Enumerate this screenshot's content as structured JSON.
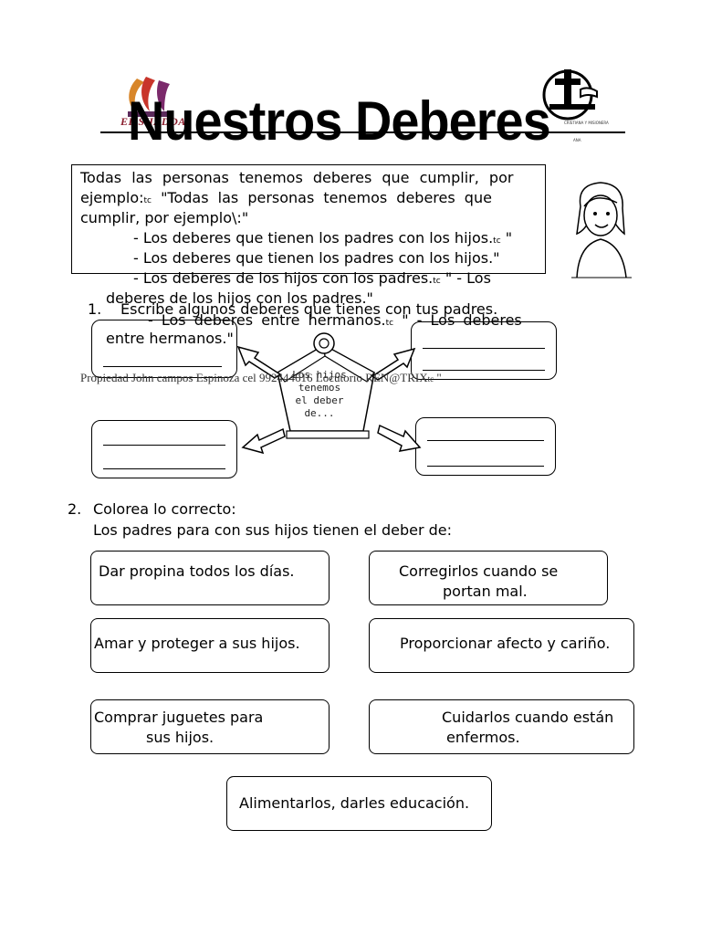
{
  "header": {
    "title": "Nuestros Deberes",
    "logo_left_text": "EL SHADDAI",
    "logo_right_caption": "CRISTIANA Y MISIONERA",
    "logo_right_caption2": "ANA"
  },
  "intro": {
    "line1": "Todas las personas tenemos deberes que cumplir, por",
    "line2_a": "ejemplo:",
    "line2_tc": "tc",
    "line2_b": " \"Todas las personas tenemos deberes que",
    "line3": "cumplir, por ejemplo\\:\"",
    "line4_a": "- Los deberes que tienen los padres con los hijos.",
    "line4_tc": "tc",
    "line4_b": " \"",
    "line5": "- Los deberes que tienen los padres con los hijos.\"",
    "line6_a": "- Los deberes de los hijos con los padres.",
    "line6_tc": "tc",
    "line6_b": " \"  - Los",
    "line7": "deberes de los hijos con los padres.\"",
    "line8_a": "- Los deberes entre hermanos.",
    "line8_tc": "tc",
    "line8_b": " \"  - Los deberes",
    "line9": "entre hermanos.\""
  },
  "section1": {
    "number": "1.",
    "instruction": "Escribe algunos deberes que tienes con tus padres.",
    "center_lines": [
      "Los hijos",
      "tenemos",
      "el deber",
      "de..."
    ],
    "watermark_a": "Propiedad John campos Espinoza cel 992444616  Locutorio REN@TRIX",
    "watermark_tc": "tc",
    "watermark_b": " \""
  },
  "section2": {
    "number": "2.",
    "instruction": "Colorea lo correcto:",
    "subinstruction": "Los padres para con sus hijos tienen el deber de:",
    "options": [
      {
        "line1": "Dar propina todos los días.",
        "line2": ""
      },
      {
        "line1": "Corregirlos cuando se",
        "line2": "portan mal."
      },
      {
        "line1": "Amar y proteger a sus hijos.",
        "line2": ""
      },
      {
        "line1": "Proporcionar afecto y cariño.",
        "line2": ""
      },
      {
        "line1": "Comprar juguetes para",
        "line2": "sus hijos."
      },
      {
        "line1": "Cuidarlos cuando están",
        "line2": "enfermos."
      },
      {
        "line1": "Alimentarlos, darles educación.",
        "line2": ""
      }
    ]
  }
}
